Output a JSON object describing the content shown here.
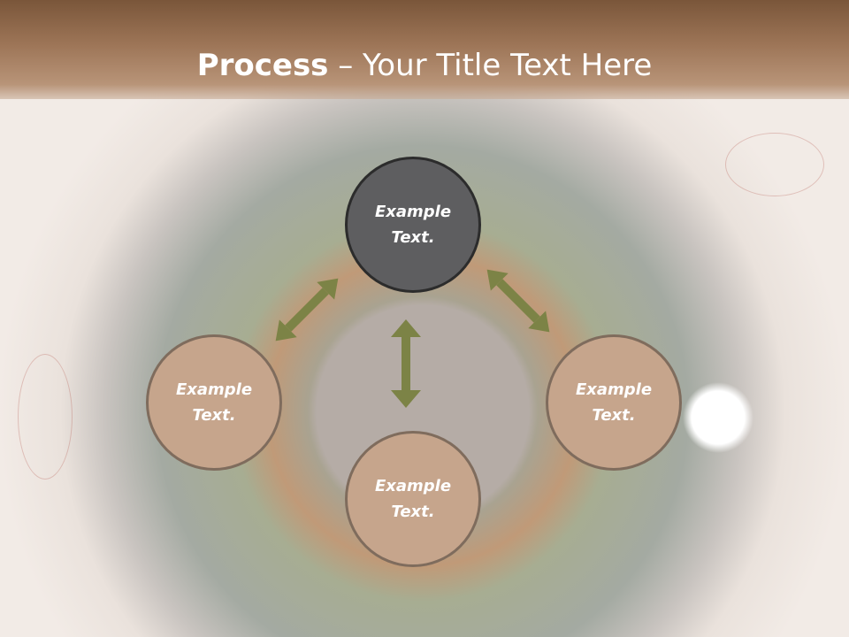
{
  "title": {
    "bold": "Process",
    "rest": " – Your Title Text Here"
  },
  "nodes": {
    "top": "Example\nText.",
    "left": "Example\nText.",
    "right": "Example\nText.",
    "bottom": "Example\nText."
  },
  "colors": {
    "header": "#9d7557",
    "node_fill": "#c6a58c",
    "node_border": "#7f6c5d",
    "center_fill": "#5e5e60",
    "arrow": "#7c8346"
  }
}
